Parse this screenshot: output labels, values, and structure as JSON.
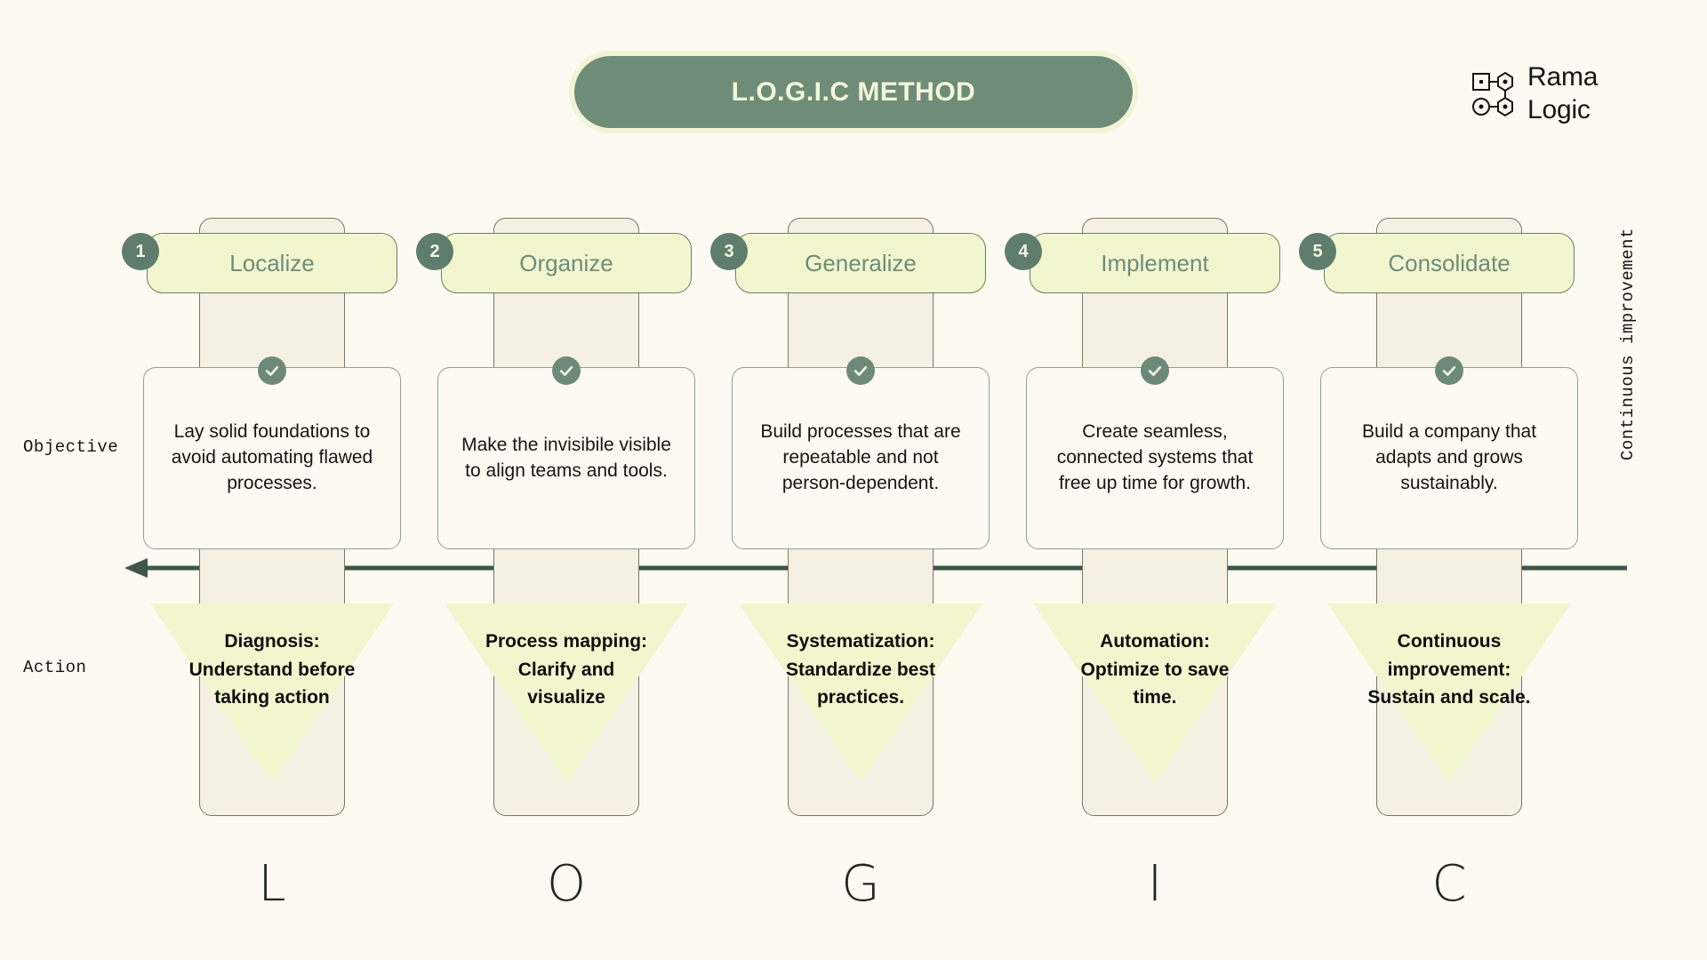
{
  "header": {
    "title": "L.O.G.I.C METHOD",
    "logo": {
      "line1": "Rama",
      "line2": "Logic"
    }
  },
  "axis": {
    "objective_label": "Objective",
    "action_label": "Action",
    "continuous_label": "Continuous improvement",
    "arrow_direction": "left"
  },
  "colors": {
    "page_bg": "#fdfaf2",
    "banner_green": "#6f8c78",
    "banner_glow": "#f1f5d8",
    "chip_yellow": "#f2f6cf",
    "chip_border": "#6a7f63",
    "column_beige": "#f6efe4",
    "column_border": "#7d7566",
    "card_border": "#8ba391",
    "badge_green": "#5f7d6c",
    "check_green": "#6d8a79",
    "arrow_green": "#3e5547",
    "text_dark": "#14160f",
    "chip_text_green": "#6f8c78"
  },
  "steps": [
    {
      "number": "1",
      "title": "Localize",
      "letter": "L",
      "objective": "Lay solid foundations to avoid automating flawed processes.",
      "action": "Diagnosis: Understand before taking action"
    },
    {
      "number": "2",
      "title": "Organize",
      "letter": "O",
      "objective": "Make the invisibile visible to align teams and tools.",
      "action": "Process mapping: Clarify and visualize"
    },
    {
      "number": "3",
      "title": "Generalize",
      "letter": "G",
      "objective": "Build processes that are repeatable and not person-dependent.",
      "action": "Systematization: Standardize best practices."
    },
    {
      "number": "4",
      "title": "Implement",
      "letter": "I",
      "objective": "Create seamless, connected systems that free up time for growth.",
      "action": "Automation: Optimize to save time."
    },
    {
      "number": "5",
      "title": "Consolidate",
      "letter": "C",
      "objective": "Build a company that adapts and grows sustainably.",
      "action": "Continuous improvement: Sustain and scale."
    }
  ]
}
